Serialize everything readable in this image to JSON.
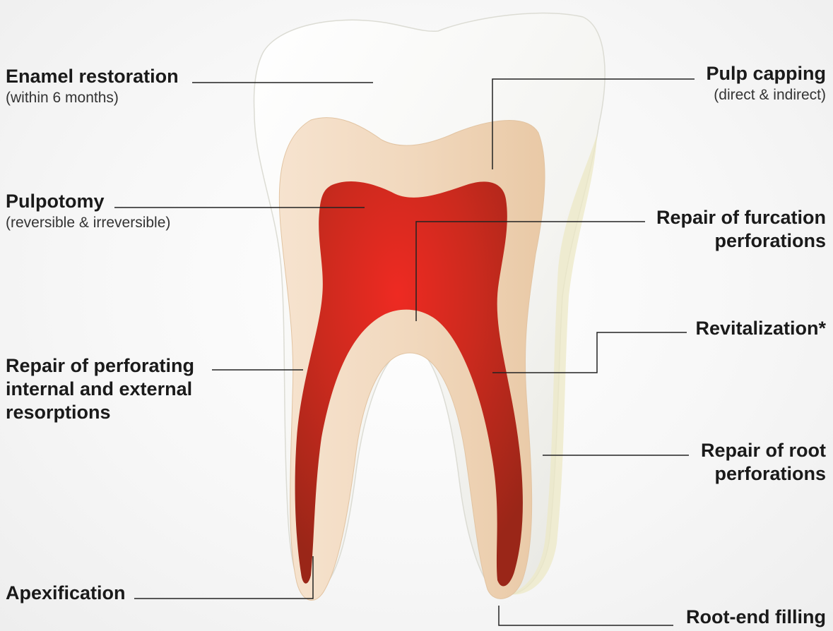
{
  "labels": {
    "enamel_restoration": {
      "title": "Enamel restoration",
      "sub": "(within 6 months)"
    },
    "pulpotomy": {
      "title": "Pulpotomy",
      "sub": "(reversible & irreversible)"
    },
    "perforating_resorptions": {
      "line1": "Repair of perforating",
      "line2": "internal and external",
      "line3": "resorptions"
    },
    "apexification": {
      "title": "Apexification"
    },
    "pulp_capping": {
      "title": "Pulp capping",
      "sub": "(direct & indirect)"
    },
    "furcation_perforations": {
      "line1": "Repair of furcation",
      "line2": "perforations"
    },
    "revitalization": {
      "title": "Revitalization*"
    },
    "root_perforations": {
      "line1": "Repair of root",
      "line2": "perforations"
    },
    "root_end_filling": {
      "title": "Root-end filling"
    }
  },
  "colors": {
    "enamel": "#f3f3ef",
    "dentin": "#f2d9bf",
    "pulp_center": "#e8241f",
    "pulp_edge": "#a3261a",
    "cementum": "#ece8c8"
  }
}
